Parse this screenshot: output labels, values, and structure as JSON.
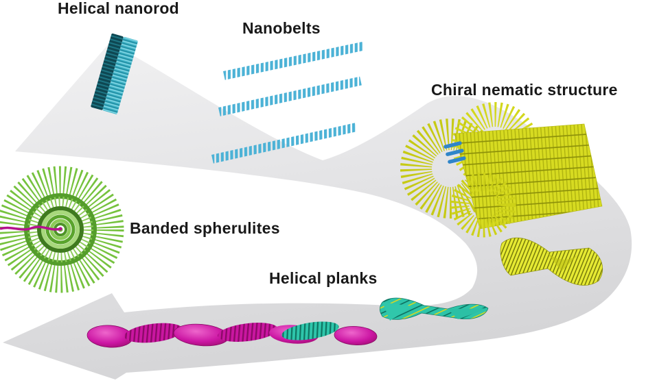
{
  "figure": {
    "type": "scientific-diagram",
    "description": "Hierarchical self-assembly pathway of chiral nanostructures arranged along a large curved gray arrow",
    "flow_order": [
      "Helical nanorod",
      "Nanobelts",
      "Chiral nematic structure",
      "Helical planks",
      "Banded spherulites"
    ]
  },
  "labels": {
    "helical_nanorod": "Helical nanorod",
    "nanobelts": "Nanobelts",
    "chiral_nematic": "Chiral nematic structure",
    "banded_spherulites": "Banded spherulites",
    "helical_planks": "Helical planks"
  },
  "colors": {
    "background": "#ffffff",
    "arrow_gray_light": "#f0f0f1",
    "arrow_gray_dark": "#d6d6d8",
    "nanorod_dark_teal": "#0e4752",
    "nanorod_light_cyan": "#41b4c8",
    "nanobelt_cyan": "#4cb2d6",
    "chiral_yellow": "#d6da1e",
    "chiral_blue_rod": "#2f85c9",
    "spherulite_green": "#76c23e",
    "spherulite_dark_green": "#4e9427",
    "spherulite_line_magenta": "#b5128e",
    "plank_magenta": "#cb17a2",
    "plank_teal": "#2ec6ab",
    "plank_yellow": "#e6ea33",
    "label_text": "#191919"
  }
}
